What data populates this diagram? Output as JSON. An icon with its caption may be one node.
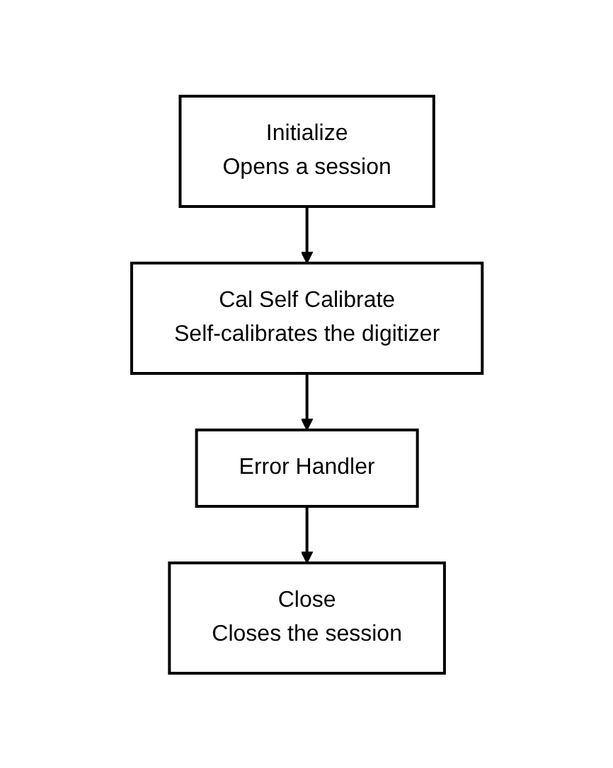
{
  "diagram": {
    "nodes": [
      {
        "text": [
          "Initialize",
          "Opens a session"
        ]
      },
      {
        "text": [
          "Cal Self Calibrate",
          "Self-calibrates the digitizer"
        ]
      },
      {
        "text": [
          "Error Handler"
        ]
      },
      {
        "text": [
          "Close",
          "Closes the session"
        ]
      }
    ],
    "edges": [
      {
        "from": 0,
        "to": 1,
        "arrow": "to"
      },
      {
        "from": 1,
        "to": 2,
        "arrow": "to"
      },
      {
        "from": 2,
        "to": 3,
        "arrow": "to"
      }
    ]
  }
}
